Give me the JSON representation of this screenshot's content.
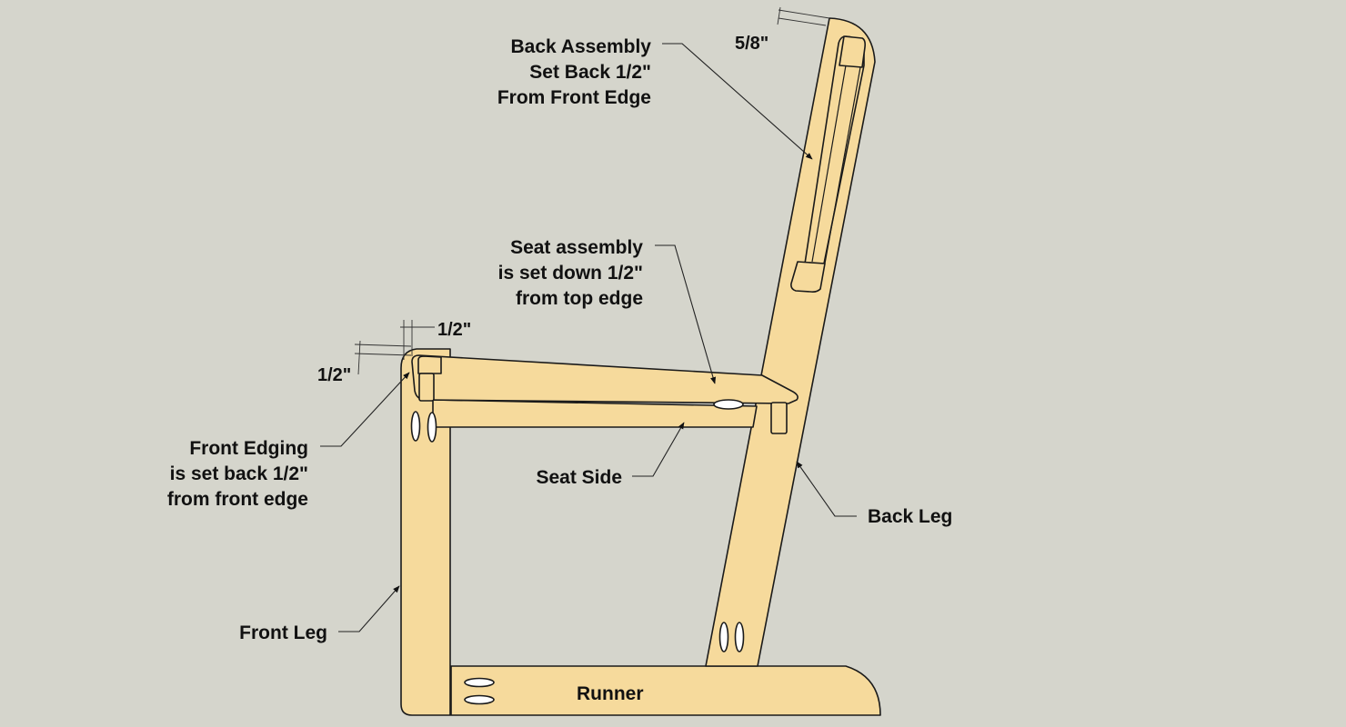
{
  "colors": {
    "background": "#d5d5cc",
    "wood": "#f6da9c",
    "outline": "#1a1a1a",
    "hole": "#ffffff"
  },
  "labels": {
    "back_assembly": [
      "Back Assembly",
      "Set Back 1/2\"",
      "From Front Edge"
    ],
    "seat_assembly": [
      "Seat assembly",
      "is set down 1/2\"",
      "from top edge"
    ],
    "front_edging": [
      "Front Edging",
      "is set back 1/2\"",
      "from front edge"
    ],
    "seat_side": "Seat Side",
    "back_leg": "Back Leg",
    "front_leg": "Front Leg",
    "runner": "Runner"
  },
  "dimensions": {
    "back_top": "5/8\"",
    "seat_top_horizontal": "1/2\"",
    "seat_top_vertical": "1/2\""
  }
}
